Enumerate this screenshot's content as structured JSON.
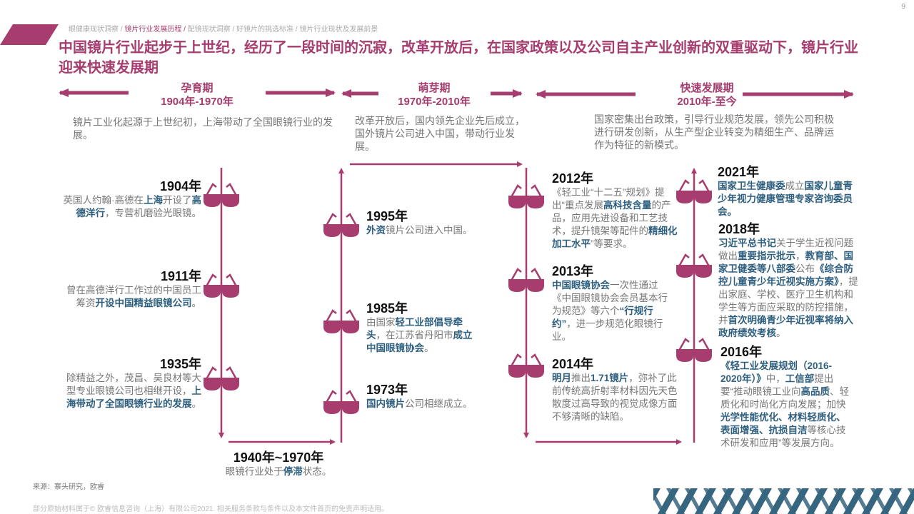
{
  "page_number": "9",
  "breadcrumb": [
    "眼健康现状洞察 /",
    "镜片行业发展历程 /",
    "配镜现状洞察 /",
    "好镜片的挑选标准 /",
    "镜片行业现状及发展前景"
  ],
  "title": "中国镜片行业起步于上世纪，经历了一段时间的沉寂，改革开放后，在国家政策以及公司自主产业创新的双重驱动下，镜片行业迎来快速发展期",
  "phases": [
    {
      "name": "孕育期",
      "years": "1904年-1970年",
      "desc": "镜片工业化起源于上世纪初，上海带动了全国眼镜行业的发展。"
    },
    {
      "name": "萌芽期",
      "years": "1970年-2010年",
      "desc": "改革开放后，国内领先企业先后成立，国外镜片公司进入中国，带动行业发展。"
    },
    {
      "name": "快速发展期",
      "years": "2010年-至今",
      "desc": "国家密集出台政策，引导行业规范发展，领先公司积极进行研发创新，从生产型企业转变为精细生产、品牌运作为特征的新模式。"
    }
  ],
  "events": [
    {
      "year": "1904年",
      "body": [
        {
          "t": "英国人约翰·高德在"
        },
        {
          "t": "上海",
          "h": 1
        },
        {
          "t": "开设了"
        },
        {
          "t": "高德洋行",
          "h": 1
        },
        {
          "t": "，专营机磨验光眼镜。"
        }
      ]
    },
    {
      "year": "1911年",
      "body": [
        {
          "t": "曾在高德洋行工作过的中国员工筹资"
        },
        {
          "t": "开设中国精益眼镜公司",
          "h": 1
        },
        {
          "t": "。"
        }
      ]
    },
    {
      "year": "1935年",
      "body": [
        {
          "t": "除精益之外，茂昌、吴良材等大型专业眼镜公司也相继开设，"
        },
        {
          "t": "上海带动了全国眼镜行业的发展",
          "h": 1
        },
        {
          "t": "。"
        }
      ]
    },
    {
      "year": "1940年~1970年",
      "body": [
        {
          "t": "眼镜行业处于"
        },
        {
          "t": "停滞",
          "h": 1
        },
        {
          "t": "状态。"
        }
      ]
    },
    {
      "year": "1973年",
      "body": [
        {
          "t": "国内镜片",
          "h": 1
        },
        {
          "t": "公司相继成立。"
        }
      ]
    },
    {
      "year": "1985年",
      "body": [
        {
          "t": "由国家"
        },
        {
          "t": "轻工业部倡导牵头",
          "h": 1
        },
        {
          "t": "，在江苏省丹阳市"
        },
        {
          "t": "成立中国眼镜协会",
          "h": 1
        },
        {
          "t": "。"
        }
      ]
    },
    {
      "year": "1995年",
      "body": [
        {
          "t": "外资",
          "h": 1
        },
        {
          "t": "镜片公司进入中国。"
        }
      ]
    },
    {
      "year": "2012年",
      "body": [
        {
          "t": "《轻工业“十二五”规划》提出“重点发展"
        },
        {
          "t": "高科技含量",
          "h": 1
        },
        {
          "t": "的产品，应用先进设备和工艺技术，提升镜架等配件的"
        },
        {
          "t": "精细化加工水平",
          "h": 1
        },
        {
          "t": "”等要求。"
        }
      ]
    },
    {
      "year": "2013年",
      "body": [
        {
          "t": "中国眼镜协会",
          "h": 1
        },
        {
          "t": "一次性通过《中国眼镜协会会员基本行为规范》等六个"
        },
        {
          "t": "“行规行约”",
          "h": 1
        },
        {
          "t": "，进一步规范化眼镜行业。"
        }
      ]
    },
    {
      "year": "2014年",
      "body": [
        {
          "t": "明月",
          "h": 1
        },
        {
          "t": "推出"
        },
        {
          "t": "1.71镜片",
          "h": 1
        },
        {
          "t": "，弥补了此前传统高折射率材料因先天色散度过高导致的视觉成像方面不够清晰的缺陷。"
        }
      ]
    },
    {
      "year": "2016年",
      "body": [
        {
          "t": "《轻工业发展规划（2016-2020年）》",
          "h": 1
        },
        {
          "t": "中，"
        },
        {
          "t": "工信部",
          "h": 1
        },
        {
          "t": "提出要“推动眼镜工业向"
        },
        {
          "t": "高品质",
          "h": 1
        },
        {
          "t": "、轻质化和时尚化方向发展；加快"
        },
        {
          "t": "光学性能优化、材料轻质化、表面增强、抗损自洁",
          "h": 1
        },
        {
          "t": "等核心技术研发和应用”等发展方向。"
        }
      ]
    },
    {
      "year": "2018年",
      "body": [
        {
          "t": "习近平总书记",
          "h": 1
        },
        {
          "t": "关于学生近视问题做出"
        },
        {
          "t": "重要指示批示",
          "h": 1
        },
        {
          "t": "，"
        },
        {
          "t": "教育部、国家卫健委等八部委",
          "h": 1
        },
        {
          "t": "公布"
        },
        {
          "t": "《综合防控儿童青少年近视实施方案》",
          "h": 1
        },
        {
          "t": "，提出家庭、学校、医疗卫生机构和学生等方面应采取的防控措施，并"
        },
        {
          "t": "首次明确青少年近视率将纳入政府绩效考核",
          "h": 1
        },
        {
          "t": "。"
        }
      ]
    },
    {
      "year": "2021年",
      "body": [
        {
          "t": "国家卫生健康委",
          "h": 1
        },
        {
          "t": "成立"
        },
        {
          "t": "国家儿童青少年视力健康管理专家咨询委员会。",
          "h": 1
        }
      ]
    }
  ],
  "source": "来源：寨头研究，欧睿",
  "footer": "部分原始材料属于© 欧睿信息咨询（上海）有限公司2021. 相关服务条款与条件以及本文件首页的免责声明适用。",
  "colors": {
    "accent": "#A63D6E",
    "highlight": "#2E5F7F",
    "deco": "#35657F"
  }
}
